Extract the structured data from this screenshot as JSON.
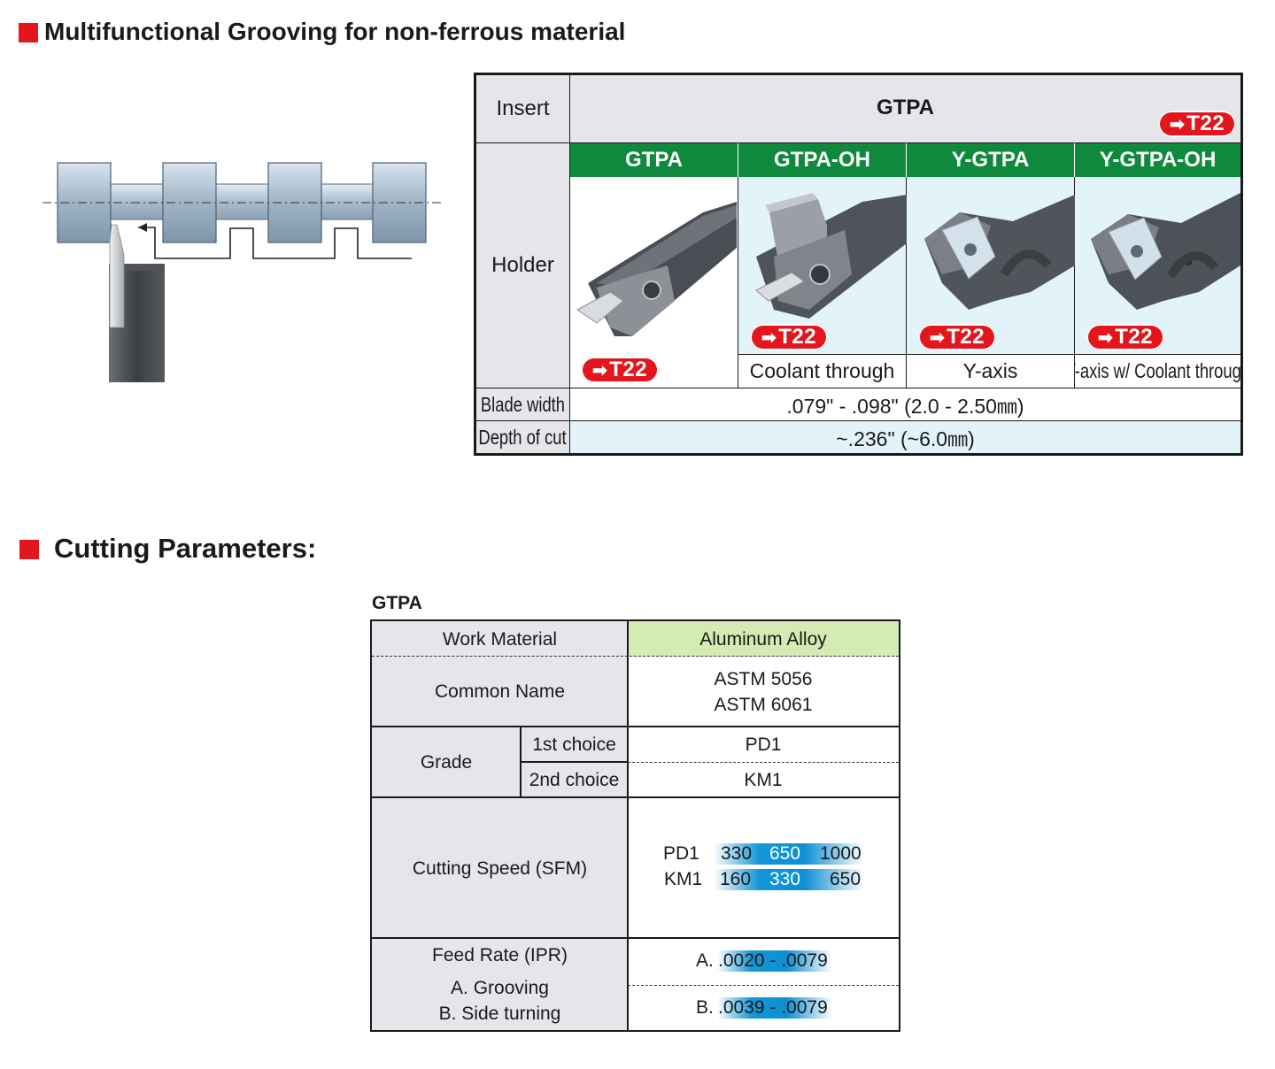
{
  "sections": {
    "grooving_title": "Multifunctional Grooving for non-ferrous material",
    "params_title": "Cutting Parameters:",
    "params_subtitle": "GTPA"
  },
  "spec_table": {
    "insert_label": "Insert",
    "insert_value": "GTPA",
    "holder_label": "Holder",
    "ref_badge": "T22",
    "holders": [
      {
        "name": "GTPA",
        "caption": "",
        "badge": "T22"
      },
      {
        "name": "GTPA-OH",
        "caption": "Coolant through",
        "badge": "T22"
      },
      {
        "name": "Y-GTPA",
        "caption": "Y-axis",
        "badge": "T22"
      },
      {
        "name": "Y-GTPA-OH",
        "caption": "Y-axis w/ Coolant through",
        "badge": "T22"
      }
    ],
    "blade_width_label": "Blade width",
    "blade_width_value": ".079\" - .098\" (2.0 - 2.50㎜)",
    "depth_label": "Depth of cut",
    "depth_value": "~.236\" (~6.0㎜)"
  },
  "params_table": {
    "work_material_label": "Work Material",
    "work_material_value": "Aluminum Alloy",
    "common_name_label": "Common Name",
    "common_names": [
      "ASTM 5056",
      "ASTM 6061"
    ],
    "grade_label": "Grade",
    "grade_rows": [
      {
        "label": "1st choice",
        "value": "PD1"
      },
      {
        "label": "2nd choice",
        "value": "KM1"
      }
    ],
    "speed_label": "Cutting Speed (SFM)",
    "speed_rows": [
      {
        "grade": "PD1",
        "min": "330",
        "mid": "650",
        "max": "1000"
      },
      {
        "grade": "KM1",
        "min": "160",
        "mid": "330",
        "max": "650"
      }
    ],
    "feed_label": "Feed Rate (IPR)",
    "feed_sub_a": "A. Grooving",
    "feed_sub_b": "B. Side turning",
    "feed_rows": [
      {
        "prefix": "A.",
        "range": ".0020 - .0079"
      },
      {
        "prefix": "B.",
        "range": ".0039 - .0079"
      }
    ]
  },
  "colors": {
    "accent_red": "#e3161d",
    "header_green": "#0f8a3c",
    "speed_bar_blue": "#1397d7",
    "material_green": "#d4ebb3"
  }
}
